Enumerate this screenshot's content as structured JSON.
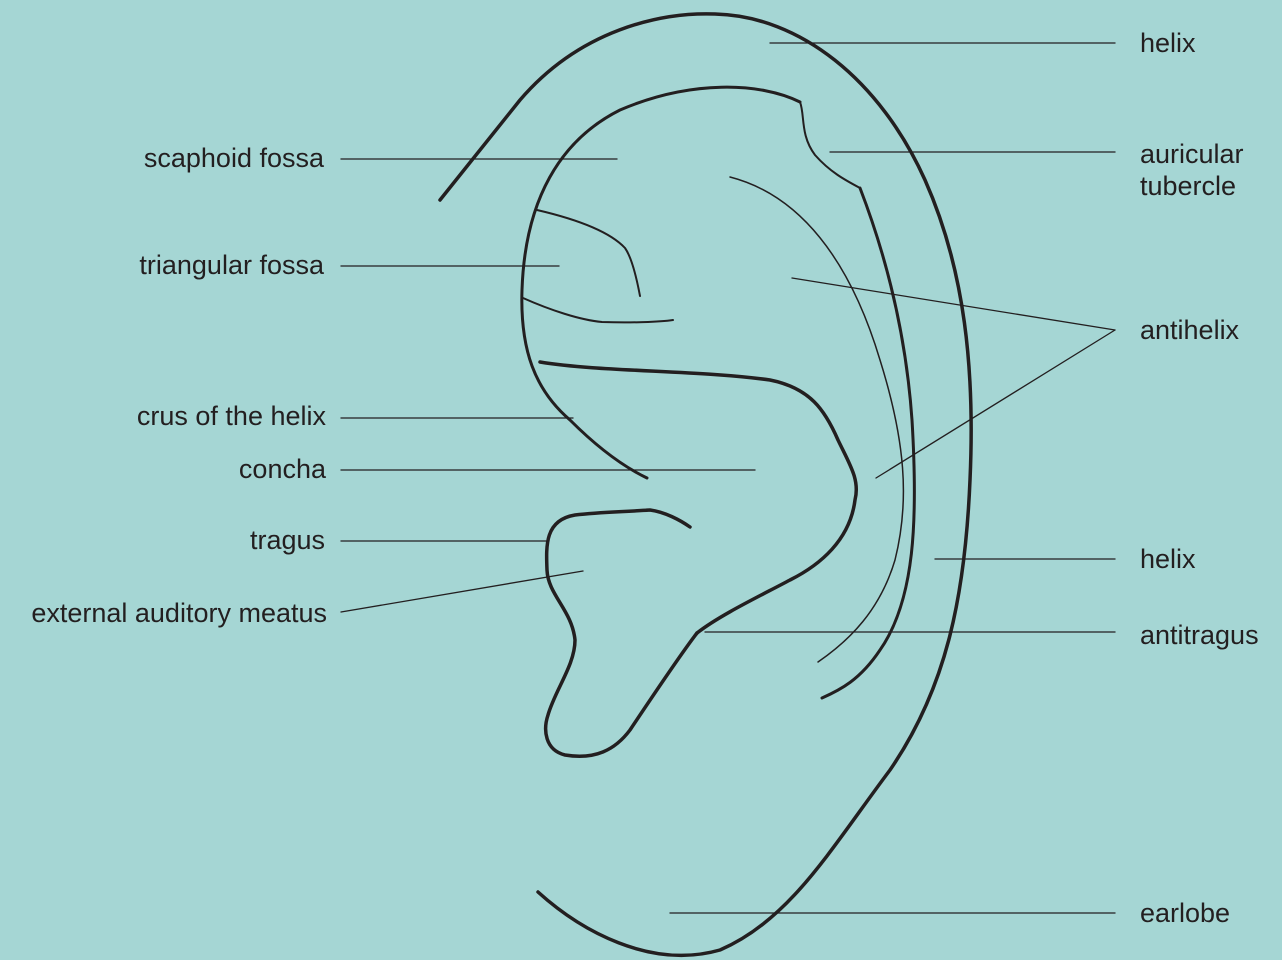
{
  "colors": {
    "background": "#a5d6d4",
    "stroke": "#231f20"
  },
  "labels": {
    "helix_top": "helix",
    "auricular_tubercle_line1": "auricular",
    "auricular_tubercle_line2": "tubercle",
    "antihelix": "antihelix",
    "helix_mid": "helix",
    "antitragus": "antitragus",
    "earlobe": "earlobe",
    "scaphoid_fossa": "scaphoid fossa",
    "triangular_fossa": "triangular fossa",
    "crus_of_helix": "crus of the helix",
    "concha": "concha",
    "tragus": "tragus",
    "external_auditory_meatus": "external auditory meatus"
  }
}
